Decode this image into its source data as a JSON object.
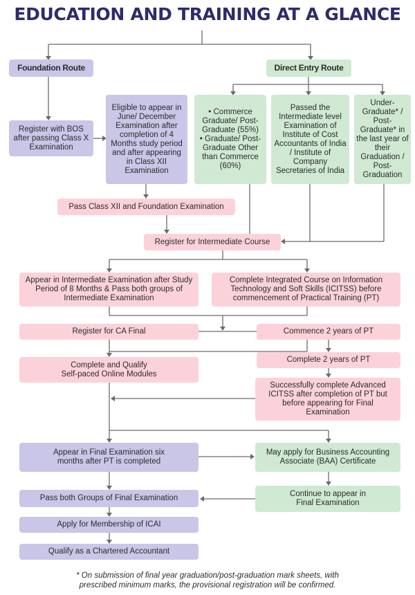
{
  "title": "EDUCATION AND TRAINING AT A GLANCE",
  "routes": {
    "foundation": "Foundation Route",
    "direct_entry": "Direct Entry Route"
  },
  "nodes": {
    "register_bos": "Register with BOS after passing Class X Examination",
    "eligible_june_dec": "Eligible to appear in June/ December Examination after completion of 4 Months study period and after appearing in Class XII Examination",
    "commerce_grad_line1": "• Commerce Graduate/ Post-Graduate (55%)",
    "commerce_grad_line2": "• Graduate/ Post-Graduate Other than Commerce (60%)",
    "passed_intermediate_other": "Passed the Intermediate level Examination of Institute of Cost Accountants of India / Institute of Company Secretaries of India",
    "undergraduate_last_year": "Under-Graduate* / Post-Graduate* in the last year of their Graduation / Post-Graduation",
    "pass_class12_foundation": "Pass Class XII and Foundation Examination",
    "register_intermediate": "Register for Intermediate Course",
    "appear_intermediate": "Appear in Intermediate Examination after Study Period of 8 Months & Pass both groups of Intermediate Examination",
    "complete_icitss": "Complete Integrated Course on Information Technology and Soft Skills (ICITSS) before commencement of Practical Training (PT)",
    "register_ca_final": "Register for CA Final",
    "commence_pt": "Commence 2 years of PT",
    "complete_online_modules_line1": "Complete and Qualify",
    "complete_online_modules_line2": "Self-paced Online Modules",
    "complete_pt": "Complete 2 years of PT",
    "advanced_icitss": "Successfully complete Advanced ICITSS after completion of PT but before appearing for Final Examination",
    "appear_final": "Appear in Final Examination six months after PT is completed",
    "baa_certificate": "May apply for Business Accounting Associate (BAA) Certificate",
    "pass_final": "Pass both Groups of Final Examination",
    "continue_final_line1": "Continue to appear in",
    "continue_final_line2": "Final Examination",
    "apply_membership": "Apply for Membership of ICAI",
    "qualify_ca": "Qualify as a Chartered Accountant"
  },
  "footnote": {
    "line1": "* On submission of final year graduation/post-graduation mark sheets, with",
    "line2": "prescribed minimum marks, the provisional registration will be confirmed."
  },
  "colors": {
    "title": "#2e2b6b",
    "purple": "#c9c6e8",
    "green": "#cfe9d3",
    "pink": "#fcd2da",
    "connector": "#6b6b6b"
  }
}
